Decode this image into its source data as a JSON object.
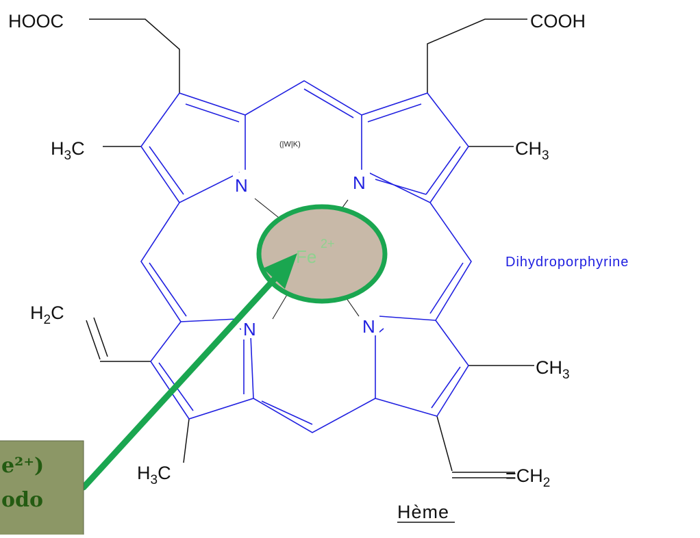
{
  "diagram": {
    "substituents": {
      "hooc": "HOOC",
      "cooh": "COOH",
      "h3c_left": "H",
      "h3c_left_sub": "3",
      "h3c_left_c": "C",
      "ch3_right_top": "CH",
      "ch3_right_top_sub": "3",
      "h2c_left": "H",
      "h2c_left_sub": "2",
      "h2c_left_c": "C",
      "ch3_right_bottom": "CH",
      "ch3_right_bottom_sub": "3",
      "h3c_bottom": "H",
      "h3c_bottom_sub": "3",
      "h3c_bottom_c": "C",
      "ch2_bottom": "=CH",
      "ch2_bottom_sub": "2"
    },
    "nitrogen": "N",
    "iron": "Fe",
    "iron_charge": "2+",
    "small_note": "(|W|K)",
    "ring_label": "Dihydroporphyrine",
    "title": "Hème",
    "box_line1": "e²⁺)",
    "box_line2": "odo",
    "colors": {
      "ring": "#2020e0",
      "iron_highlight": "#c8b9a8",
      "iron_outline": "#1aa650",
      "arrow": "#1aa650",
      "box": "#8c9766"
    }
  }
}
